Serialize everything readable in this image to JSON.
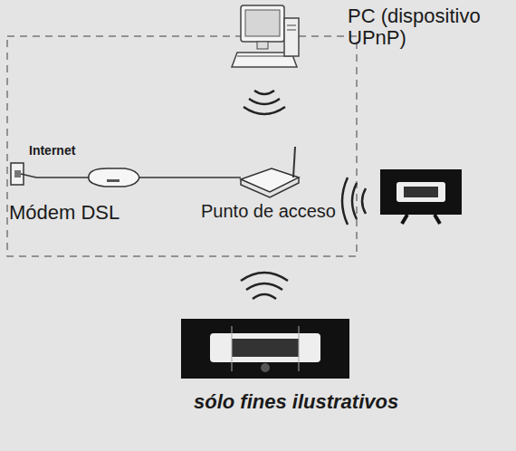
{
  "diagram": {
    "labels": [
      "PC (dispositivo UPnP)",
      "Internet",
      "Módem DSL",
      "Punto de acceso",
      "sólo fines ilustrativos"
    ]
  }
}
